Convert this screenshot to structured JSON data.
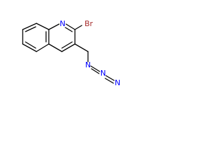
{
  "molecule": {
    "atoms": {
      "ring_nitrogen": "N",
      "bromine": "Br",
      "azide_n1": "N",
      "azide_n2": "N",
      "azide_n3": "N"
    },
    "colors": {
      "bond": "#000000",
      "nitrogen": "#0000ff",
      "bromine": "#a52a2a",
      "background": "#ffffff"
    }
  }
}
